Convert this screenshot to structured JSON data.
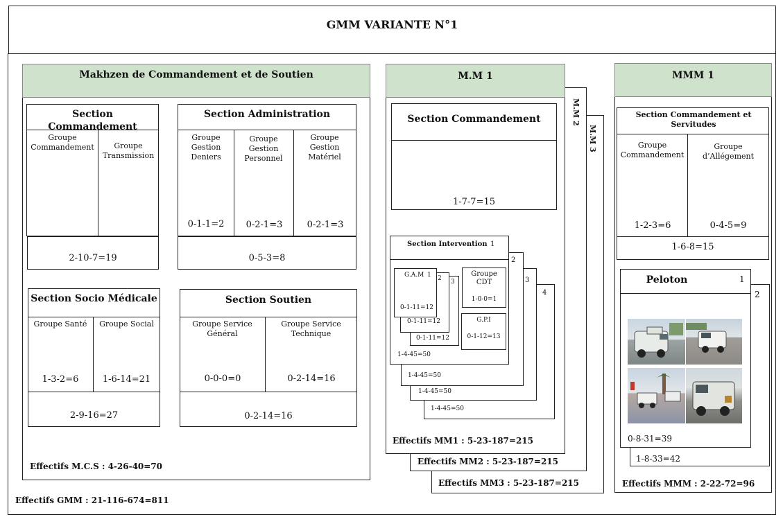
{
  "title": "GMM VARIANTE N°1",
  "mcs": {
    "header": "Makhzen de Commandement et de Soutien",
    "commandement": {
      "title": "Section Commandement",
      "g1": "Groupe Commandement",
      "g2": "Groupe Transmission",
      "total": "2-10-7=19"
    },
    "administration": {
      "title": "Section Administration",
      "g1": "Groupe Gestion Deniers",
      "g2": "Groupe Gestion Personnel",
      "g3": "Groupe Gestion Matériel",
      "v1": "0-1-1=2",
      "v2": "0-2-1=3",
      "v3": "0-2-1=3",
      "total": "0-5-3=8"
    },
    "socio": {
      "title": "Section Socio Médicale",
      "g1": "Groupe Santé",
      "g2": "Groupe Social",
      "v1": "1-3-2=6",
      "v2": "1-6-14=21",
      "total": "2-9-16=27"
    },
    "soutien": {
      "title": "Section Soutien",
      "g1": "Groupe Service Général",
      "g2": "Groupe Service Technique",
      "v1": "0-0-0=0",
      "v2": "0-2-14=16",
      "total": "0-2-14=16"
    },
    "effectifs": "Effectifs M.C.S : 4-26-40=70"
  },
  "mm": {
    "header": "M.M 1",
    "mm2": "M.M 2",
    "mm3": "M.M 3",
    "commandement": {
      "title": "Section Commandement",
      "total": "1-7-7=15"
    },
    "intervention": {
      "title": "Section Intervention",
      "n1": "1",
      "n2": "2",
      "n3": "3",
      "n4": "4",
      "gam": "G.A.M",
      "g1": "1",
      "g2": "2",
      "g3": "3",
      "gam_v1": "0-1-11=12",
      "gam_v2": "0-1-11=12",
      "gam_v3": "0-1-11=12",
      "cdt": "Groupe CDT",
      "cdt_v": "1-0-0=1",
      "gpi": "G.P.I",
      "gpi_v": "0-1-12=13",
      "t1": "1-4-45=50",
      "t2": "1-4-45=50",
      "t3": "1-4-45=50",
      "t4": "1-4-45=50"
    },
    "eff1": "Effectifs MM1 : 5-23-187=215",
    "eff2": "Effectifs MM2 : 5-23-187=215",
    "eff3": "Effectifs MM3 : 5-23-187=215"
  },
  "mmm": {
    "header": "MMM 1",
    "scs": {
      "title": "Section Commandement et Servitudes",
      "g1": "Groupe Commandement",
      "g2": "Groupe d’Allégement",
      "v1": "1-2-3=6",
      "v2": "0-4-5=9",
      "total": "1-6-8=15"
    },
    "peloton": {
      "title": "Peloton",
      "n1": "1",
      "n2": "2",
      "v1": "0-8-31=39",
      "v2": "1-8-33=42"
    },
    "effectifs": "Effectifs MMM : 2-22-72=96"
  },
  "effectifs_gmm": "Effectifs GMM : 21-116-674=811"
}
